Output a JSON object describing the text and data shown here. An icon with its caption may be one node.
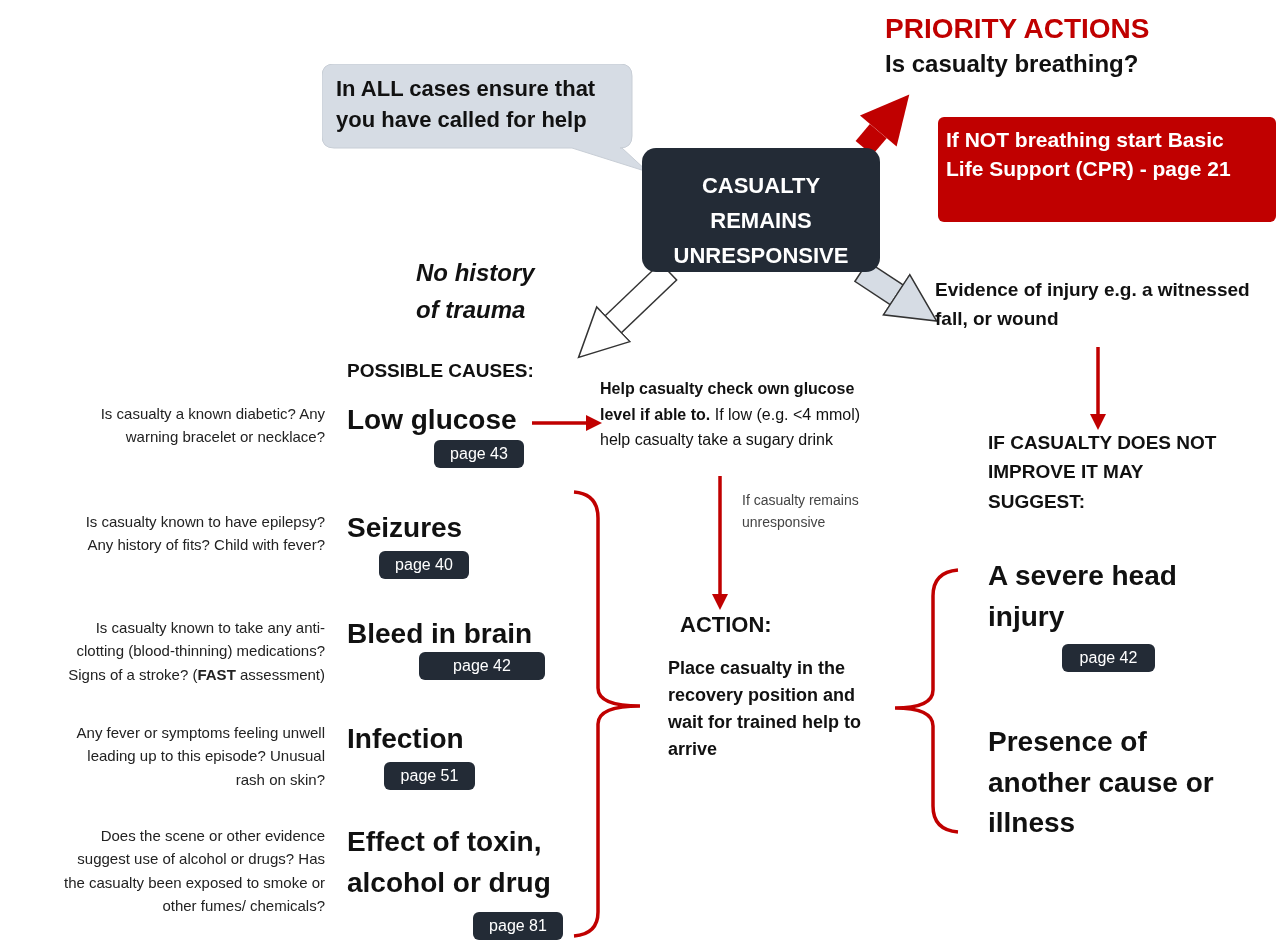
{
  "diagram": {
    "nodes": [
      {
        "text": [
          "In ALL cases ensure that you have called for help"
        ]
      },
      {
        "text": [
          "CASUALTY REMAINS UNRESPONSIVE"
        ]
      },
      {
        "text": [
          "PRIORITY ACTIONS",
          "Is casualty breathing?"
        ]
      },
      {
        "text": [
          "If NOT breathing start Basic Life Support (CPR) - page 21"
        ]
      },
      {
        "text": [
          "POSSIBLE CAUSES:"
        ]
      },
      {
        "text": [
          "Evidence of injury e.g. a witnessed fall, or wound"
        ]
      },
      {
        "text": [
          "IF CASUALTY DOES NOT IMPROVE IT MAY SUGGEST:"
        ]
      },
      {
        "text": [
          "Low glucose"
        ],
        "beside": [
          "Is casualty a known diabetic? Any warning bracelet or necklace?"
        ]
      },
      {
        "text": [
          "page 43"
        ]
      },
      {
        "text": [
          "**Help casualty check own glucose level if able to.** If low (e.g. <4 mmol) help casualty take a sugary drink"
        ]
      },
      {
        "text": [
          "Seizures"
        ],
        "beside": [
          "Is casualty known to have epilepsy? Any history of fits? Child with fever?"
        ]
      },
      {
        "text": [
          "page 40"
        ]
      },
      {
        "text": [
          "Bleed in brain"
        ],
        "beside": [
          "Is casualty known to take any anti-clotting (blood-thinning) medications? Signs of a stroke? (**FAST** assessment)"
        ]
      },
      {
        "text": [
          "page 42"
        ]
      },
      {
        "text": [
          "Infection"
        ],
        "beside": [
          "Any fever or symptoms feeling unwell leading up to this episode? Unusual rash on skin?"
        ]
      },
      {
        "text": [
          "page 51"
        ]
      },
      {
        "text": [
          "Effect of toxin, alcohol or drug"
        ],
        "beside": [
          "Does the scene or other evidence suggest use of alcohol or drugs? Has the casualty been exposed to smoke or other fumes/ chemicals?"
        ]
      },
      {
        "text": [
          "page 81"
        ]
      },
      {
        "text": [
          "ACTION:",
          "Place casualty in the recovery position and wait for trained help to arrive"
        ]
      },
      {
        "text": [
          "A severe head injury"
        ]
      },
      {
        "text": [
          "page 42"
        ]
      },
      {
        "text": [
          "Presence of another cause or illness"
        ]
      }
    ],
    "edges": [
      {
        "from": 1,
        "to": 2,
        "arrow": "to",
        "style": "thick"
      },
      {
        "from": 1,
        "to": 4,
        "arrow": "to",
        "style": "thick",
        "color": "#ffffff",
        "label": "No history of trauma"
      },
      {
        "from": 1,
        "to": 5,
        "arrow": "to",
        "style": "thick",
        "color": "#d6dce4"
      },
      {
        "from": 5,
        "to": 6,
        "arrow": "to"
      },
      {
        "from": 7,
        "to": 9,
        "arrow": "to"
      },
      {
        "from": 9,
        "to": 18,
        "arrow": "to",
        "label": "If casualty remains unresponsive"
      }
    ]
  }
}
